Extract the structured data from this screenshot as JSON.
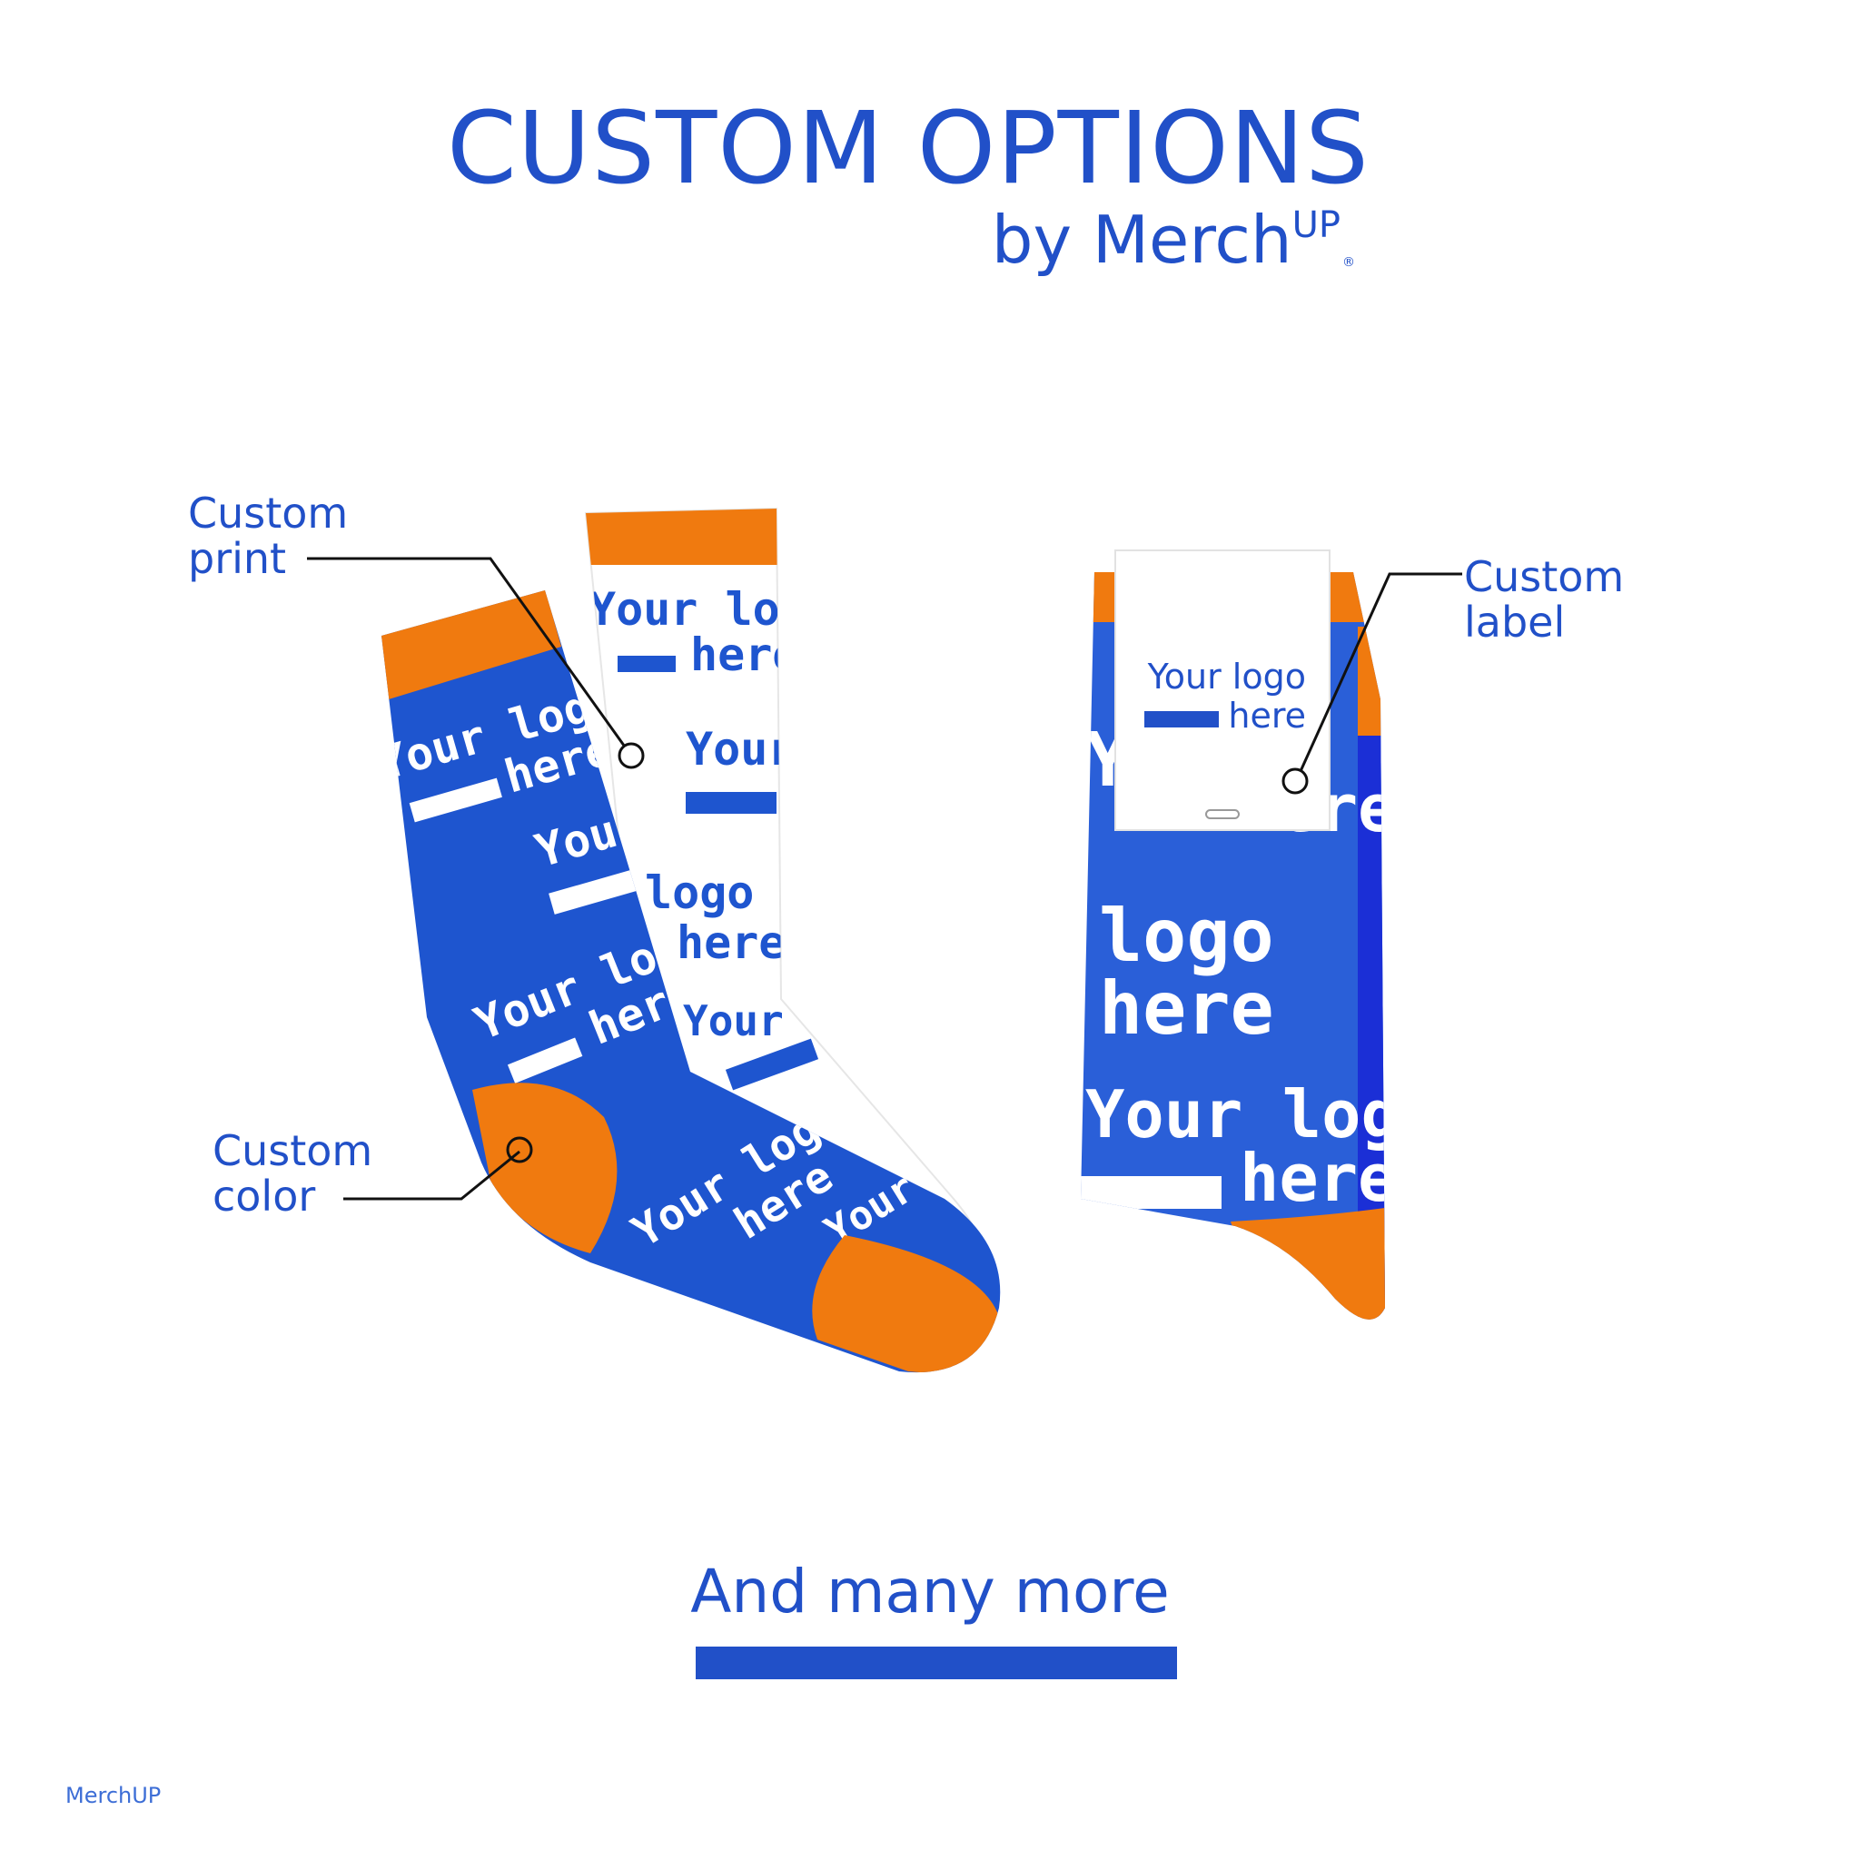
{
  "header": {
    "title": "CUSTOM OPTIONS",
    "byline": "by Merch",
    "byline_brand_suffix": "UP",
    "registered_mark": "®"
  },
  "callouts": {
    "print": [
      "Custom",
      "print"
    ],
    "color": [
      "Custom",
      "color"
    ],
    "label": [
      "Custom",
      "label"
    ]
  },
  "product": {
    "pattern_line1": "Your logo",
    "pattern_line2": "here",
    "pattern_word_your": "Your",
    "pattern_word_logo": "logo",
    "label_line1": "Your logo",
    "label_line2": "here"
  },
  "footer": {
    "title": "And many more"
  },
  "brand": {
    "logo_text": "MerchUP"
  },
  "colors": {
    "brand_blue": "#2150c8",
    "sock_blue": "#1e55cf",
    "sock_orange": "#f07a0f",
    "white": "#ffffff",
    "line": "#111111"
  }
}
